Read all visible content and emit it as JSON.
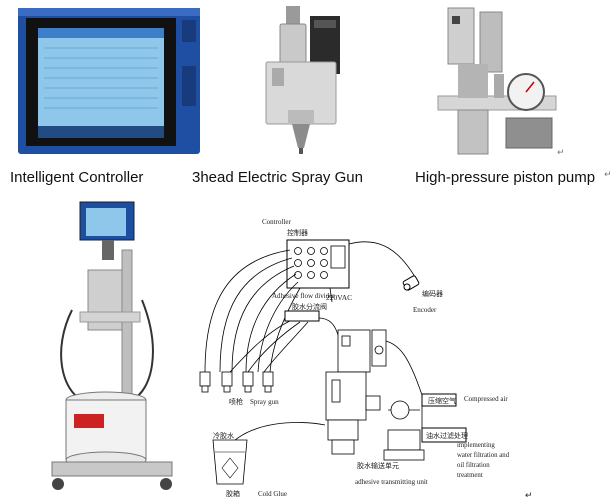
{
  "products": [
    {
      "caption": "Intelligent Controller"
    },
    {
      "caption": "3head Electric Spray Gun"
    },
    {
      "caption": "High-pressure piston pump"
    }
  ],
  "paragraph_mark": "↵",
  "diagram": {
    "controller_en": "Controller",
    "controller_zh": "控制器",
    "voltage": "220VAC",
    "divider_en": "Adhesive flow divider",
    "divider_zh": "胶水分流阀",
    "encoder_zh": "编码器",
    "encoder_en": "Encoder",
    "gun_zh": "喷枪",
    "gun_en": "Spray gun",
    "air_zh": "压缩空气",
    "air_en": "Compressed air",
    "filter_zh": "油水过滤处理",
    "filter_en_1": "implementing",
    "filter_en_2": "water filtration and",
    "filter_en_3": "oil filtration",
    "filter_en_4": "treatment",
    "glue_zh": "冷胶水",
    "glue_zh2": "胶箱",
    "glue_en": "Cold Glue",
    "transmit_zh": "胶水输送单元",
    "transmit_en": "adhesive transmitting unit"
  }
}
